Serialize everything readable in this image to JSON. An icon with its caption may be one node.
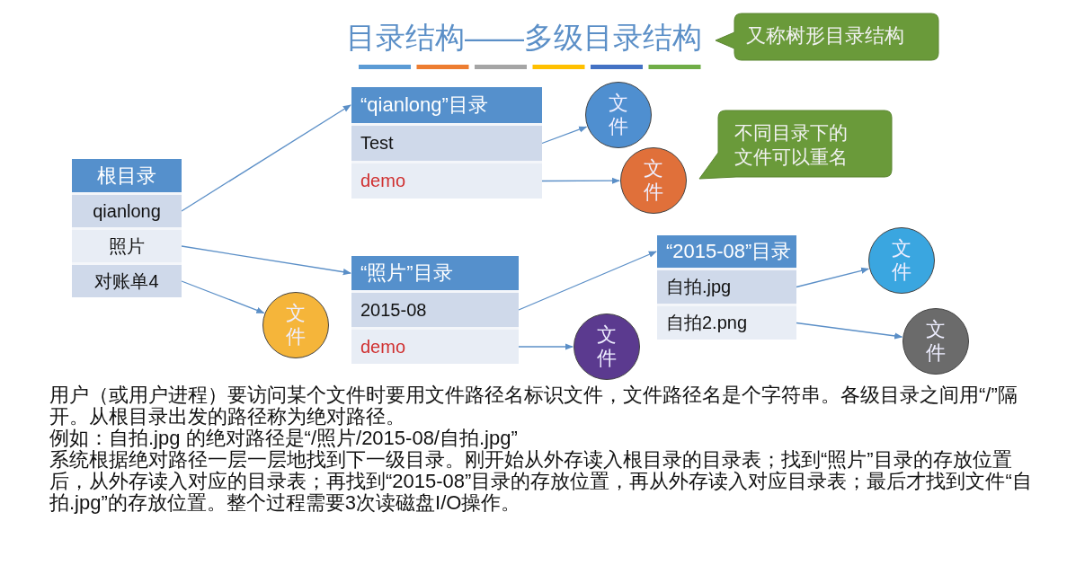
{
  "diagram": {
    "title": "目录结构——多级目录结构",
    "nodes": [
      {
        "text": [
          "又称树形目录结构"
        ]
      },
      {
        "text": [
          "根目录"
        ]
      },
      {
        "text": [
          "qianlong"
        ],
        "in": 1
      },
      {
        "text": [
          "照片"
        ],
        "in": 1
      },
      {
        "text": [
          "对账单4"
        ],
        "in": 1
      },
      {
        "text": [
          "“qianlong”目录"
        ]
      },
      {
        "text": [
          "Test"
        ],
        "in": 5
      },
      {
        "text": [
          "demo"
        ],
        "in": 5
      },
      {
        "text": [
          "文件"
        ]
      },
      {
        "text": [
          "不同目录下的文件可以重名"
        ]
      },
      {
        "text": [
          "文件"
        ]
      },
      {
        "text": [
          "文件"
        ]
      },
      {
        "text": [
          "“照片”目录"
        ]
      },
      {
        "text": [
          "2015-08"
        ],
        "in": 12
      },
      {
        "text": [
          "demo"
        ],
        "in": 12
      },
      {
        "text": [
          "文件"
        ]
      },
      {
        "text": [
          "“2015-08”目录"
        ]
      },
      {
        "text": [
          "自拍.jpg"
        ],
        "in": 16
      },
      {
        "text": [
          "自拍2.png"
        ],
        "in": 16
      },
      {
        "text": [
          "文件"
        ]
      },
      {
        "text": [
          "文件"
        ]
      }
    ],
    "edges": [
      {
        "from": 2,
        "to": 5,
        "arrow": "to"
      },
      {
        "from": 3,
        "to": 12,
        "arrow": "to"
      },
      {
        "from": 4,
        "to": 11,
        "arrow": "to"
      },
      {
        "from": 6,
        "to": 8,
        "arrow": "to"
      },
      {
        "from": 7,
        "to": 10,
        "arrow": "to"
      },
      {
        "from": 13,
        "to": 16,
        "arrow": "to"
      },
      {
        "from": 14,
        "to": 15,
        "arrow": "to"
      },
      {
        "from": 17,
        "to": 19,
        "arrow": "to"
      },
      {
        "from": 18,
        "to": 20,
        "arrow": "to"
      }
    ],
    "labels": [
      "用户（或用户进程）要访问某个文件时要用文件路径名标识文件，文件路径名是个字符串。各级目录之间用“/”隔开。从根目录出发的路径称为绝对路径。",
      "例如：自拍.jpg 的绝对路径是“/照片/2015-08/自拍.jpg”",
      "系统根据绝对路径一层一层地找到下一级目录。刚开始从外存读入根目录的目录表；找到“照片”目录的存放位置后，从外存读入对应的目录表；再找到“2015-08”目录的存放位置，再从外存读入对应目录表；最后才找到文件“自拍.jpg”的存放位置。整个过程需要3次读磁盘I/O操作。"
    ]
  }
}
